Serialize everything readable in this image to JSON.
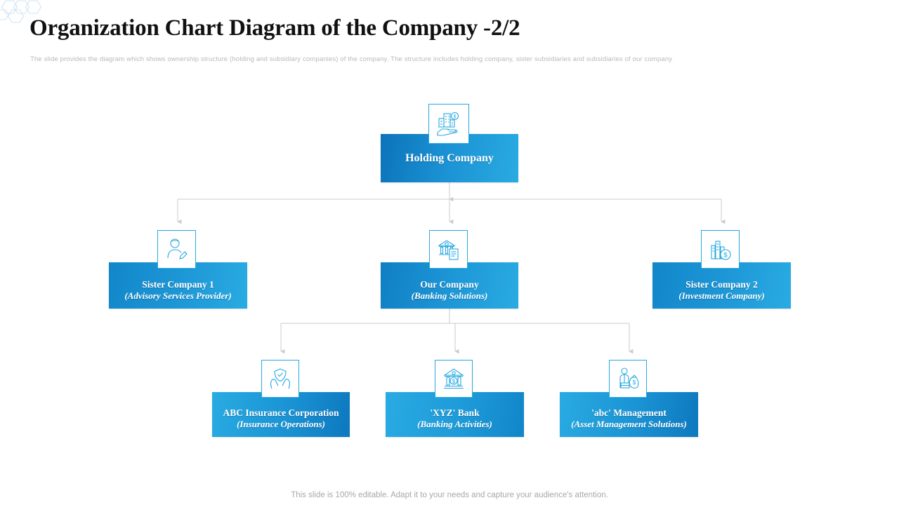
{
  "header": {
    "title": "Organization Chart Diagram of the Company -2/2",
    "subtitle": "The slide provides the diagram which shows ownership structure (holding and subsidiary companies) of the company. The structure includes holding company, sister subsidiaries and subsidiaries of our company"
  },
  "footer": {
    "note": "This slide is 100% editable. Adapt it to your needs and capture your audience's attention."
  },
  "theme": {
    "accent_dark": "#0b74bd",
    "accent_light": "#29abe2",
    "icon_stroke": "#27a8e0",
    "connector": "#c9cbcd",
    "title_color": "#111111",
    "subtitle_color": "#b9b9b9",
    "footer_color": "#a8a8a8",
    "box_text": "#ffffff"
  },
  "chart_data": {
    "type": "org-chart",
    "title": "Organization Chart Diagram of the Company -2/2",
    "levels": 3,
    "nodes": [
      {
        "id": "holding",
        "level": 0,
        "title": "Holding Company",
        "subtitle": "",
        "icon": "hand-holding-buildings-money-icon",
        "parent": null
      },
      {
        "id": "sister1",
        "level": 1,
        "title": "Sister Company 1",
        "subtitle": "(Advisory Services Provider)",
        "icon": "advisor-person-pencil-icon",
        "parent": "holding"
      },
      {
        "id": "ourcompany",
        "level": 1,
        "title": "Our Company",
        "subtitle": "(Banking Solutions)",
        "icon": "bank-building-document-icon",
        "parent": "holding"
      },
      {
        "id": "sister2",
        "level": 1,
        "title": "Sister Company 2",
        "subtitle": "(Investment Company)",
        "icon": "buildings-dollar-coin-icon",
        "parent": "holding"
      },
      {
        "id": "abcinsurance",
        "level": 2,
        "title": "ABC Insurance Corporation",
        "subtitle": "(Insurance Operations)",
        "icon": "shield-in-hands-icon",
        "parent": "ourcompany"
      },
      {
        "id": "xyzbank",
        "level": 2,
        "title": "'XYZ' Bank",
        "subtitle": "(Banking Activities)",
        "icon": "bank-columns-dollar-icon",
        "parent": "ourcompany"
      },
      {
        "id": "abcmanagement",
        "level": 2,
        "title": "'abc' Management",
        "subtitle": "(Asset Management Solutions)",
        "icon": "person-money-bag-icon",
        "parent": "ourcompany"
      }
    ],
    "edges": [
      {
        "from": "holding",
        "to": "sister1"
      },
      {
        "from": "holding",
        "to": "ourcompany"
      },
      {
        "from": "holding",
        "to": "sister2"
      },
      {
        "from": "ourcompany",
        "to": "abcinsurance"
      },
      {
        "from": "ourcompany",
        "to": "xyzbank"
      },
      {
        "from": "ourcompany",
        "to": "abcmanagement"
      }
    ]
  }
}
